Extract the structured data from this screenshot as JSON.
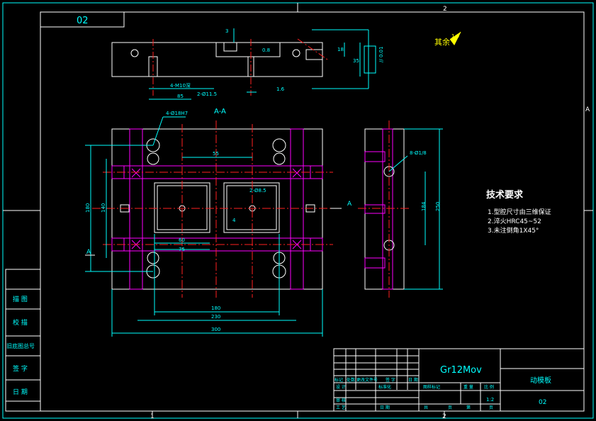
{
  "sheet": {
    "drawing_code_box": "02",
    "zone_top": "2",
    "zone_bottom_left": "1",
    "zone_bottom_right": "2",
    "zone_right": "A"
  },
  "section_view": {
    "label": "A-A",
    "dim_holes": "4-M10深",
    "dim_holes_2": "2-Ø11.5",
    "dim_width": "85",
    "dim_depth_top": "3",
    "dim_h1": "18",
    "dim_h2": "35",
    "roughness_1": "0.8",
    "roughness_2": "1.6",
    "tolerance_frame": "// 0.01"
  },
  "roughness_rest": {
    "label": "其余",
    "value": "1.6"
  },
  "plan_view": {
    "label_hole": "4-Ø18H7",
    "dim_55": "55",
    "dim_hole_center": "2-Ø8.5",
    "dim_4": "4",
    "dim_60": "60",
    "dim_75": "75",
    "dim_180_h": "180",
    "dim_230": "230",
    "dim_300": "300",
    "dim_180_v": "180",
    "dim_140": "140",
    "section_mark_left": "A",
    "section_mark_right": "A"
  },
  "side_view": {
    "label_hole": "8-Ø1/8",
    "dim_184": "184",
    "dim_250": "250"
  },
  "tech_requirements": {
    "title": "技术要求",
    "items": [
      "1.型腔尺寸由三维保证",
      "2.淬火HRC45~52",
      "3.未注倒角1X45°"
    ]
  },
  "left_column": {
    "rows": [
      "描 图",
      "校 描",
      "旧底图总号",
      "签 字",
      "日 期"
    ]
  },
  "title_block": {
    "material": "Gr12Mov",
    "part_name": "动模板",
    "drawing_no": "02",
    "scale": "1:2",
    "labels_row1": [
      "标记",
      "处数",
      "更改文件号",
      "签 字",
      "日 期"
    ],
    "labels_row2": [
      "设 计",
      "",
      "标准化",
      "",
      ""
    ],
    "labels_row3": [
      "审 核",
      ""
    ],
    "labels_row4": [
      "工 艺",
      "",
      "日 期"
    ],
    "stage_labels": [
      "图样标记",
      "重 量",
      "比 例"
    ],
    "sheet_labels": [
      "共",
      "页",
      "第",
      "页"
    ]
  }
}
